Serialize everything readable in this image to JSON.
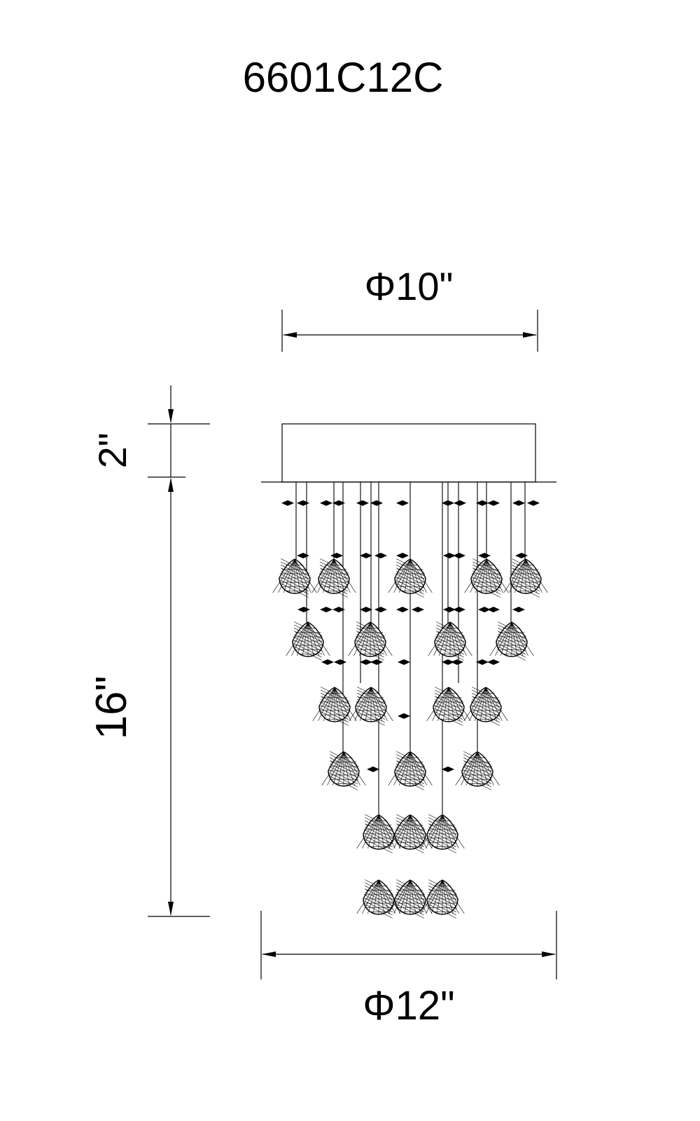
{
  "model": "6601C12C",
  "dimensions": {
    "top_diameter": "Φ10\"",
    "bottom_diameter": "Φ12\"",
    "canopy_height": "2\"",
    "body_height": "16\""
  },
  "colors": {
    "line": "#000000",
    "background": "#ffffff"
  }
}
